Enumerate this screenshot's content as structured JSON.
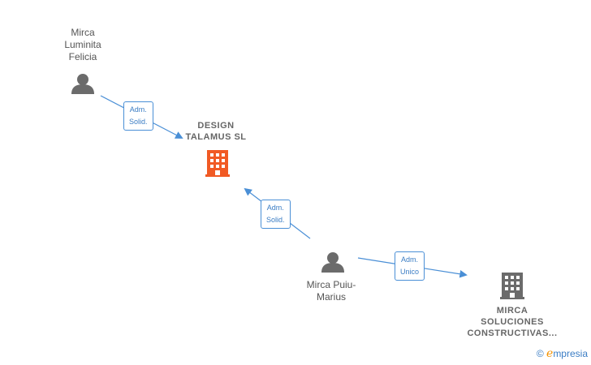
{
  "nodes": {
    "person_top": {
      "name": "Mirca\nLuminita\nFelicia",
      "type": "person"
    },
    "company_main": {
      "name": "DESIGN\nTALAMUS SL",
      "type": "company",
      "color": "#f15a24"
    },
    "person_mid": {
      "name": "Mirca Puiu-\nMarius",
      "type": "person"
    },
    "company_right": {
      "name": "MIRCA\nSOLUCIONES\nCONSTRUCTIVAS...",
      "type": "company",
      "color": "#6b6b6b"
    }
  },
  "edges": [
    {
      "label": "Adm.\nSolid.",
      "from": "person_top",
      "to": "company_main"
    },
    {
      "label": "Adm.\nSolid.",
      "from": "person_mid",
      "to": "company_main"
    },
    {
      "label": "Adm.\nUnico",
      "from": "person_mid",
      "to": "company_right"
    }
  ],
  "colors": {
    "edge": "#4a8fd6",
    "person_icon": "#6b6b6b",
    "main_company": "#f15a24",
    "other_company": "#6b6b6b"
  },
  "brand": {
    "copyright": "©",
    "name": "mpresia",
    "initial": "e"
  }
}
